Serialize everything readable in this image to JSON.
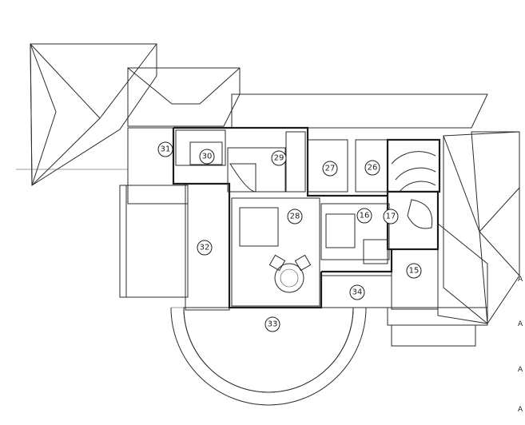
{
  "rooms": [
    {
      "label": "31"
    },
    {
      "label": "30"
    },
    {
      "label": "29"
    },
    {
      "label": "27"
    },
    {
      "label": "26"
    },
    {
      "label": "28"
    },
    {
      "label": "16"
    },
    {
      "label": "17"
    },
    {
      "label": "32"
    },
    {
      "label": "15"
    },
    {
      "label": "34"
    },
    {
      "label": "33"
    }
  ],
  "edge_marks": [
    "A",
    "A",
    "A",
    "A"
  ]
}
